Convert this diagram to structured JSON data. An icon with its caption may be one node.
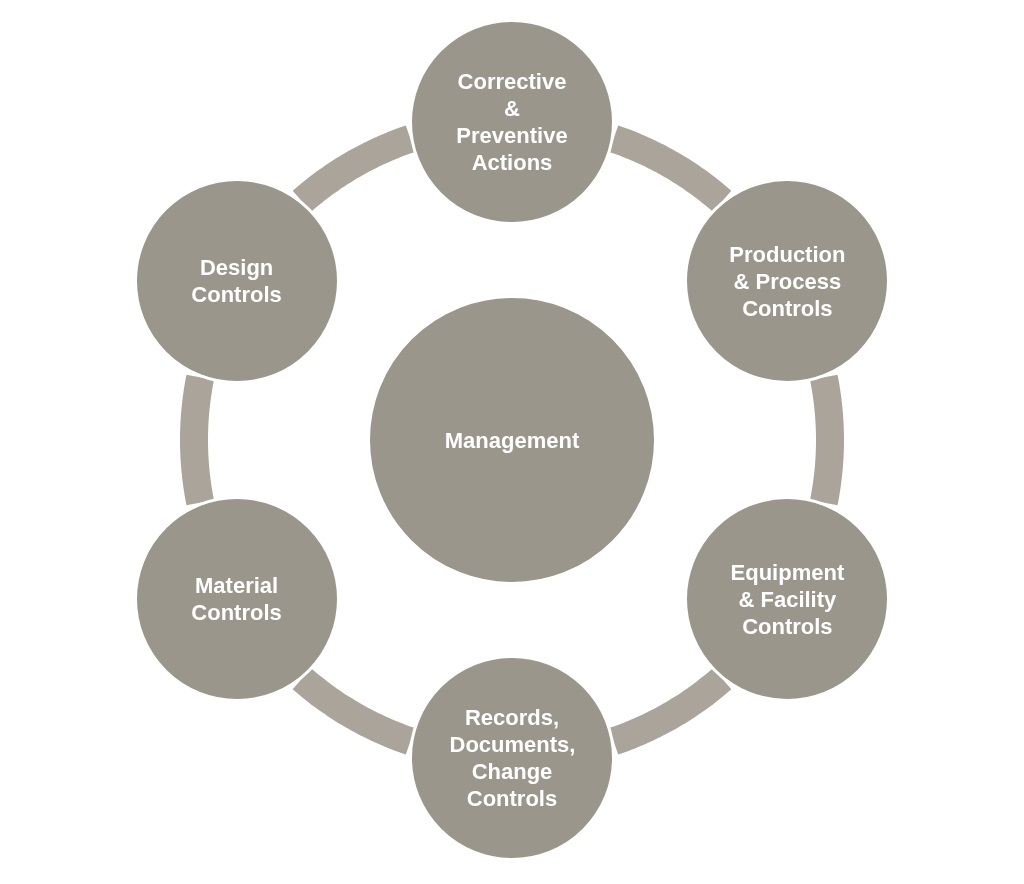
{
  "diagram": {
    "nodes": [
      {
        "text": [
          "Corrective & Preventive Actions"
        ]
      },
      {
        "text": [
          "Design Controls"
        ]
      },
      {
        "text": [
          "Production & Process Controls"
        ]
      },
      {
        "text": [
          "Management"
        ]
      },
      {
        "text": [
          "Material Controls"
        ]
      },
      {
        "text": [
          "Equipment & Facility Controls"
        ]
      },
      {
        "text": [
          "Records, Documents, Change Controls"
        ]
      }
    ],
    "edges": [
      {
        "from": 0,
        "to": 2,
        "arrow": "none"
      },
      {
        "from": 2,
        "to": 5,
        "arrow": "none"
      },
      {
        "from": 5,
        "to": 6,
        "arrow": "none"
      },
      {
        "from": 6,
        "to": 4,
        "arrow": "none"
      },
      {
        "from": 4,
        "to": 1,
        "arrow": "none"
      },
      {
        "from": 1,
        "to": 0,
        "arrow": "none"
      }
    ]
  }
}
